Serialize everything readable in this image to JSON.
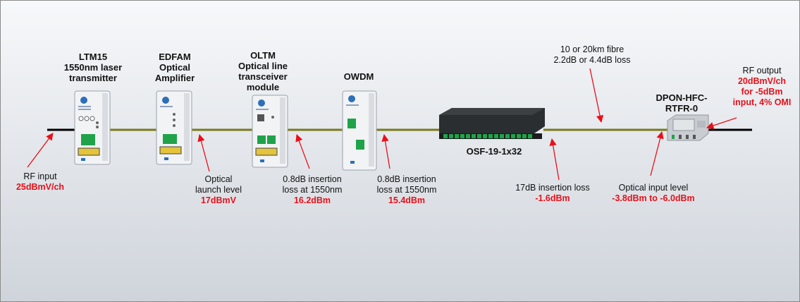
{
  "devices": {
    "ltm15": {
      "title_lines": [
        "LTM15",
        "1550nm laser",
        "transmitter"
      ]
    },
    "edfam": {
      "title_lines": [
        "EDFAM",
        "Optical",
        "Amplifier"
      ]
    },
    "oltm": {
      "title_lines": [
        "OLTM",
        "Optical line",
        "transceiver",
        "module"
      ]
    },
    "owdm": {
      "title_lines": [
        "OWDM"
      ]
    },
    "splitter": {
      "title_lines": [
        "OSF-19-1x32"
      ]
    },
    "receiver": {
      "title_lines": [
        "DPON-HFC-",
        "RTFR-0"
      ]
    }
  },
  "annotations": {
    "rf_input": {
      "text_lines": [
        "RF input"
      ],
      "value_lines": [
        "25dBmV/ch"
      ]
    },
    "launch": {
      "text_lines": [
        "Optical",
        "launch level"
      ],
      "value_lines": [
        "17dBmV"
      ]
    },
    "oltm_loss": {
      "text_lines": [
        "0.8dB insertion",
        "loss at 1550nm"
      ],
      "value_lines": [
        "16.2dBm"
      ]
    },
    "owdm_loss": {
      "text_lines": [
        "0.8dB insertion",
        "loss at 1550nm"
      ],
      "value_lines": [
        "15.4dBm"
      ]
    },
    "splitter_loss": {
      "text_lines": [
        "17dB insertion loss"
      ],
      "value_lines": [
        "-1.6dBm"
      ]
    },
    "fibre": {
      "text_lines": [
        "10 or 20km fibre",
        "2.2dB or 4.4dB loss"
      ],
      "value_lines": []
    },
    "optical_input": {
      "text_lines": [
        "Optical input level"
      ],
      "value_lines": [
        "-3.8dBm to -6.0dBm"
      ]
    },
    "rf_output": {
      "text_lines": [
        "RF output"
      ],
      "value_lines": [
        "20dBmV/ch",
        "for -5dBm",
        "input, 4% OMI"
      ]
    }
  },
  "colors": {
    "fibre": "#7a7a1a",
    "rf_cable": "#000000",
    "arrow": "#e8101a",
    "value_text": "#e8101a",
    "connector_green": "#1fa34a",
    "splitter_body": "#2b2e30"
  }
}
